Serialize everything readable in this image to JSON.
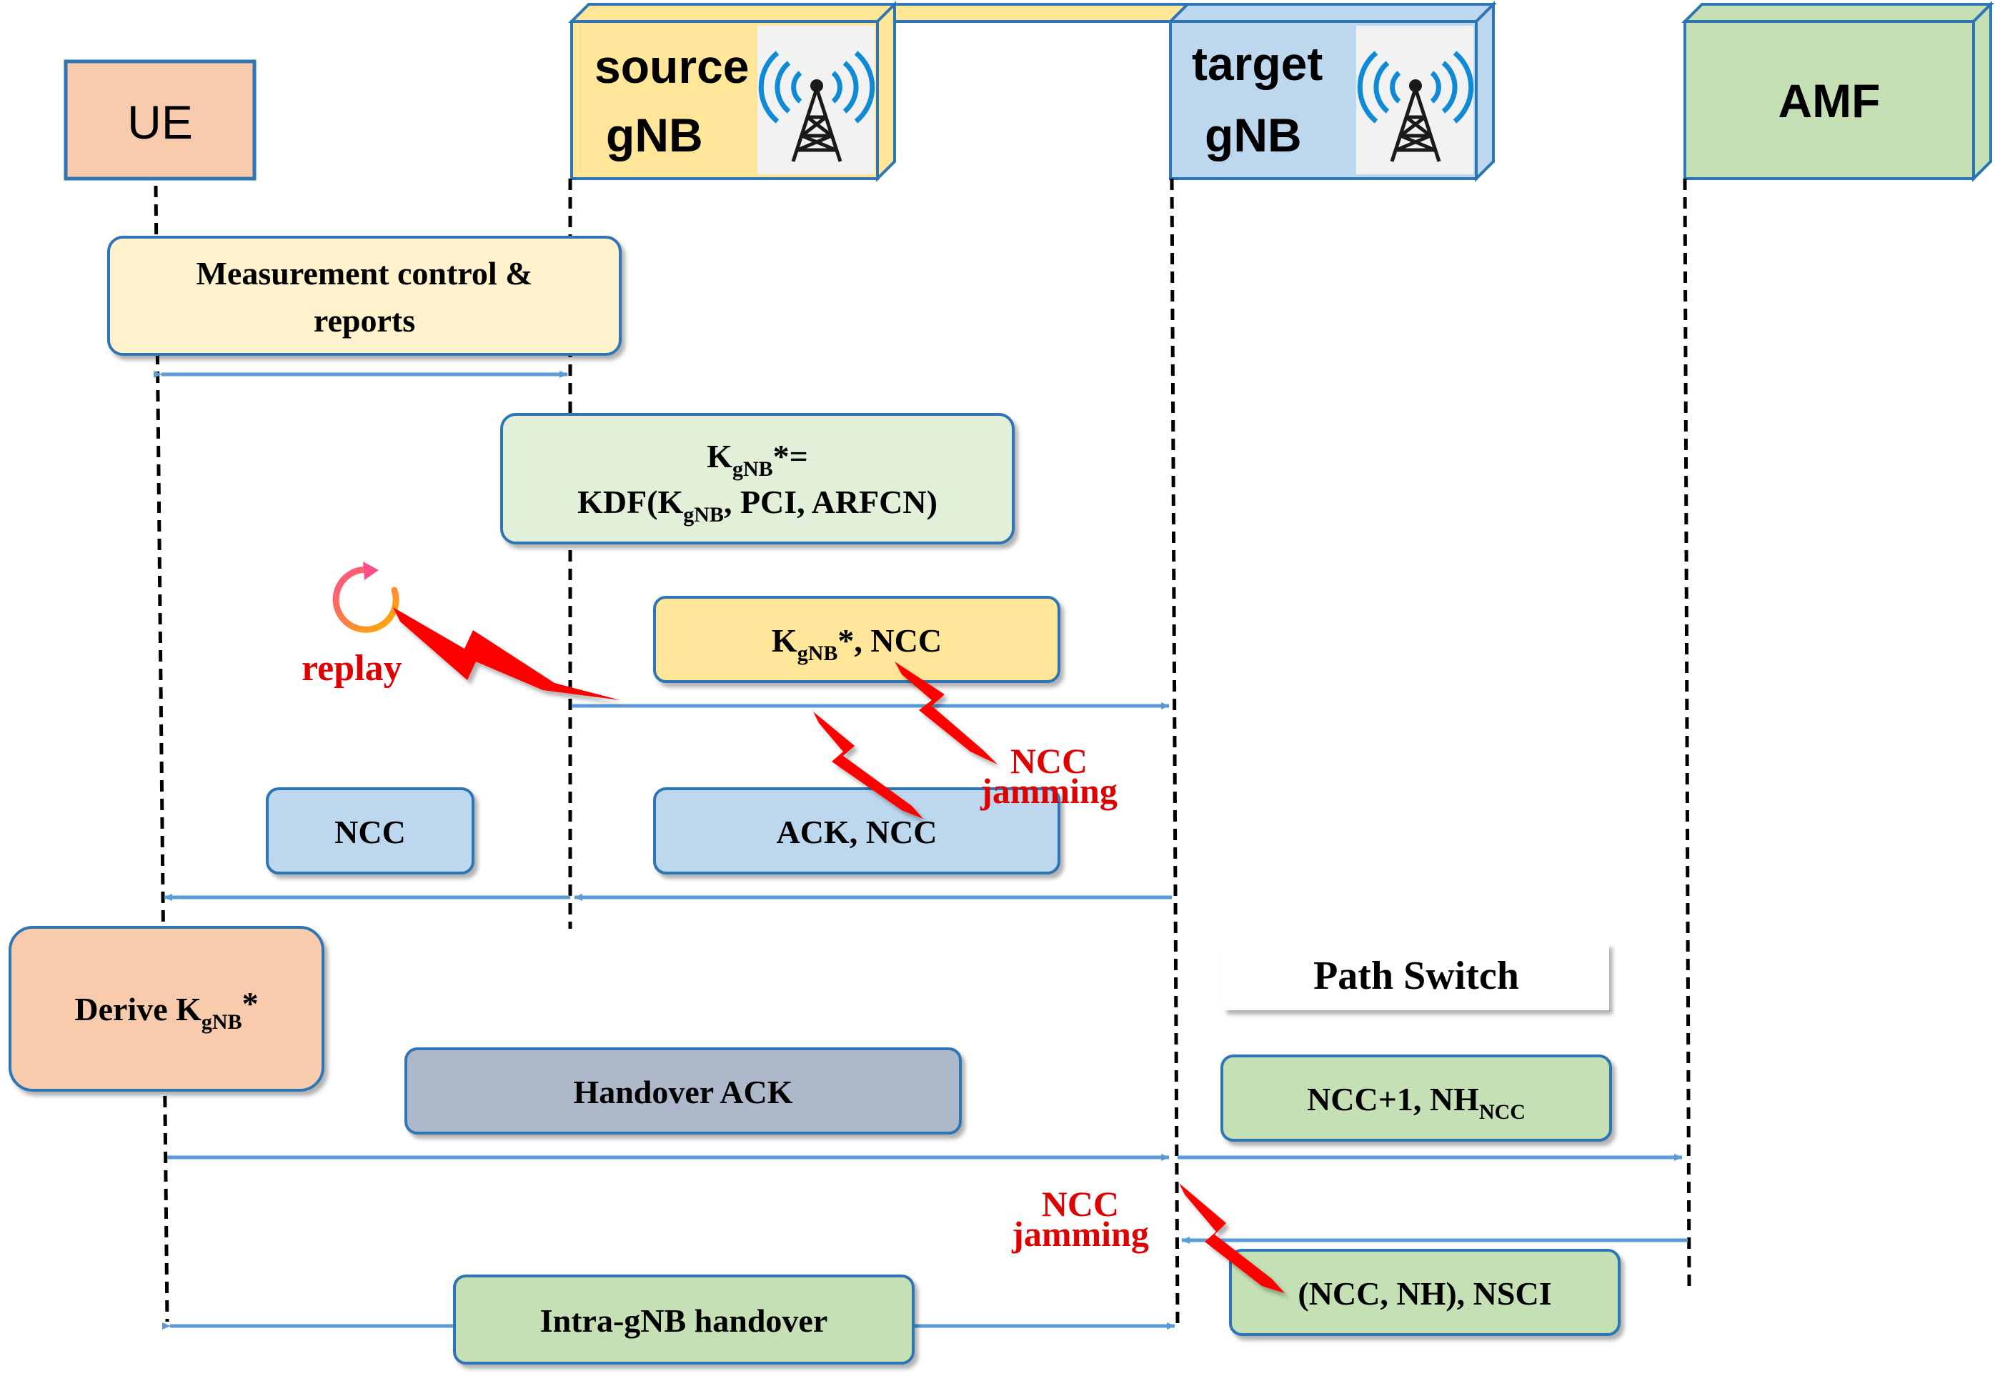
{
  "colors": {
    "ue_fill": "#f8cbad",
    "source_fill": "#ffe699",
    "target_fill": "#bdd7ee",
    "amf_fill": "#c5e0b4",
    "frame_blue": "#2e75b6",
    "yellow_box": "#fff2cc",
    "green_box": "#e2f0d9",
    "blue_box": "#bdd7ee",
    "gray_box": "#adb9ca",
    "arrow": "#5b9bd5",
    "attack_red": "#ff0000",
    "attack_label": "#e00000"
  },
  "entities": {
    "ue": {
      "label": "UE"
    },
    "source": {
      "line1": "source",
      "line2": "gNB",
      "icon": "antenna-tower-icon"
    },
    "target": {
      "line1": "target",
      "line2": "gNB",
      "icon": "antenna-tower-icon"
    },
    "amf": {
      "label": "AMF"
    }
  },
  "boxes": {
    "measurement": {
      "line1": "Measurement control &",
      "line2": "reports"
    },
    "kdf": {
      "line1_k": "K",
      "line1_sub": "gNB",
      "line1_rest": "*=",
      "line2_pre": "KDF(K",
      "line2_sub": "gNB",
      "line2_rest": ", PCI, ARFCN)"
    },
    "handover_request": {
      "k": "K",
      "sub": "gNB",
      "rest": "*, NCC"
    },
    "ncc": {
      "label": "NCC"
    },
    "ack_ncc": {
      "label": "ACK, NCC"
    },
    "derive": {
      "pre": "Derive K",
      "sub": "gNB",
      "rest": "*"
    },
    "handover_ack": {
      "label": "Handover ACK"
    },
    "path_switch": {
      "label": "Path Switch"
    },
    "ncc_nh": {
      "pre": "NCC+1, NH",
      "sub": "NCC"
    },
    "ncc_nh_nsci": {
      "label": "(NCC, NH), NSCI"
    },
    "intra": {
      "label": "Intra-gNB handover"
    }
  },
  "attacks": {
    "replay": {
      "label": "replay",
      "icon": "replay-icon"
    },
    "jamming_1": {
      "line1": "NCC",
      "line2": "jamming"
    },
    "jamming_2": {
      "line1": "NCC",
      "line2": "jamming"
    }
  }
}
